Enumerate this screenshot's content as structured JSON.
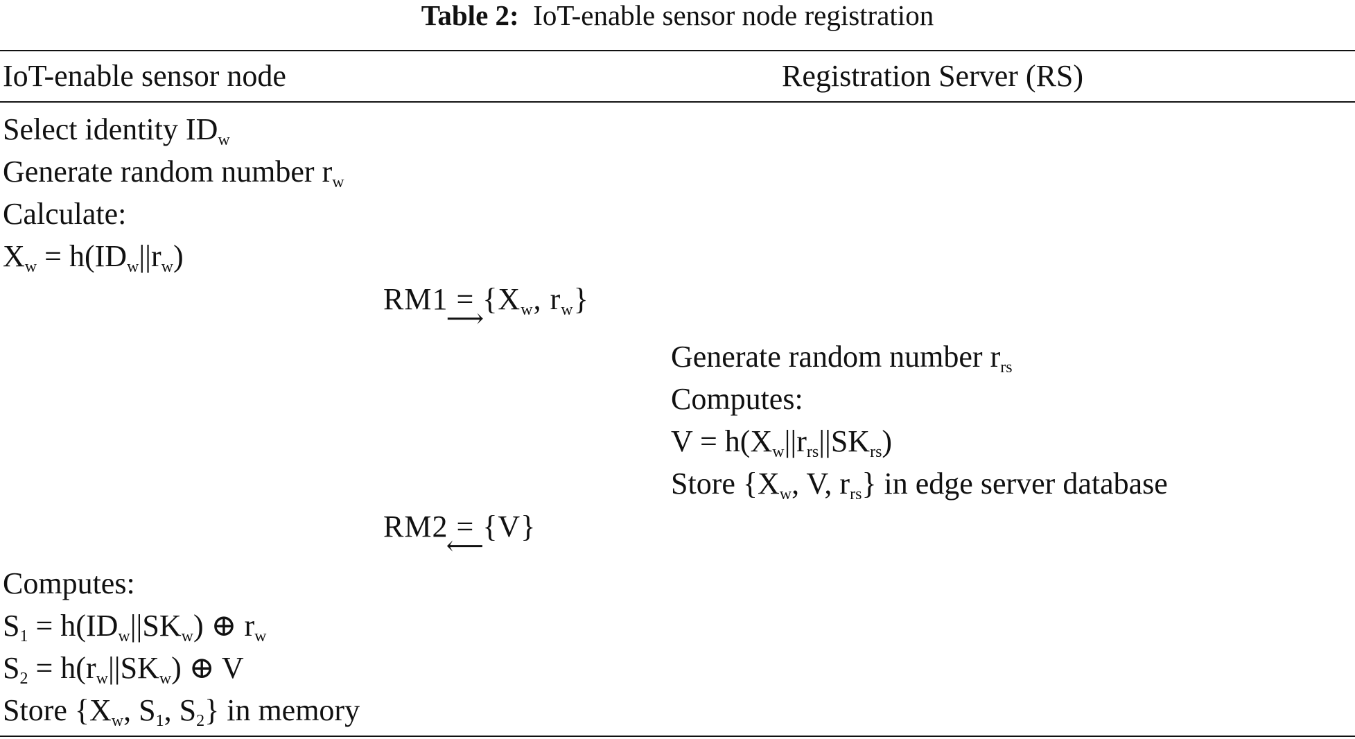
{
  "caption": {
    "label": "Table 2:",
    "title": "IoT-enable sensor node registration"
  },
  "header": {
    "left": "IoT-enable sensor node",
    "right": "Registration Server (RS)"
  },
  "node_steps": {
    "select_identity": {
      "text": "Select identity ID",
      "sub": "w"
    },
    "generate_random": {
      "text": "Generate random number r",
      "sub": "w"
    },
    "calculate": "Calculate:",
    "xw_formula": {
      "x": "X",
      "x_sub": "w",
      "eq": " = h(ID",
      "id_sub": "w",
      "mid": "||r",
      "r_sub": "w",
      "end": ")"
    }
  },
  "message1": {
    "name": "RM1",
    "eq": "=",
    "arrow": "⟶",
    "open": "{X",
    "x_sub": "w",
    "mid": ", r",
    "r_sub": "w",
    "close": "}"
  },
  "server_steps": {
    "generate_random": {
      "text": "Generate random number r",
      "sub": "rs"
    },
    "computes": "Computes:",
    "v_formula": {
      "a": "V = h(X",
      "a_sub": "w",
      "b": "||r",
      "b_sub": "rs",
      "c": "||SK",
      "c_sub": "rs",
      "d": ")"
    },
    "store": {
      "a": "Store {X",
      "a_sub": "w",
      "b": ", V, r",
      "b_sub": "rs",
      "c": "} in edge server database"
    }
  },
  "message2": {
    "name": "RM2",
    "eq": "=",
    "arrow": "⟵",
    "value": "{V}"
  },
  "node_final": {
    "computes": "Computes:",
    "s1": {
      "s": "S",
      "s_sub": "1",
      "a": " = h(ID",
      "a_sub": "w",
      "b": "||SK",
      "b_sub": "w",
      "c": ") ⊕  r",
      "c_sub": "w"
    },
    "s2": {
      "s": "S",
      "s_sub": "2",
      "a": " = h(r",
      "a_sub": "w",
      "b": "||SK",
      "b_sub": "w",
      "c": ") ⊕  V"
    },
    "store": {
      "a": "Store {X",
      "a_sub": "w",
      "b": ", S",
      "b_sub": "1",
      "c": ", S",
      "c_sub": "2",
      "d": "} in memory"
    }
  }
}
